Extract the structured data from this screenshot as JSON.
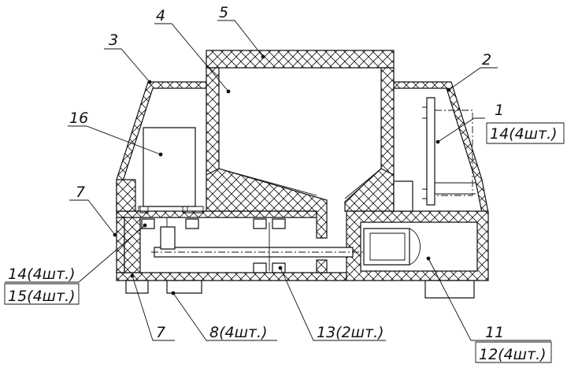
{
  "labels": {
    "l1": "1",
    "l2": "2",
    "l3": "3",
    "l4": "4",
    "l5": "5",
    "l7a": "7",
    "l7b": "7",
    "l8": "8(4шт.)",
    "l11": "11",
    "l12": "12(4шт.)",
    "l13": "13(2шт.)",
    "l14a": "14(4шт.)",
    "l14b": "14(4шт.)",
    "l15": "15(4шт.)",
    "l16": "16"
  }
}
